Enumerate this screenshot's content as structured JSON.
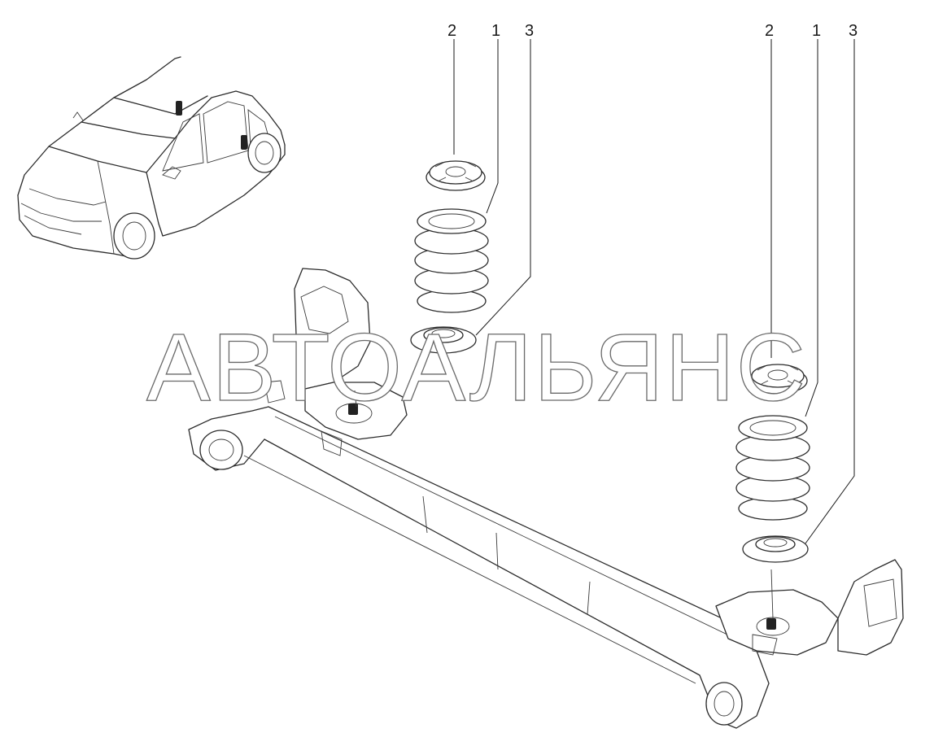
{
  "watermark": "АВТОАЛЬЯНС",
  "callouts_left": {
    "seat": "2",
    "spring": "1",
    "insulator": "3"
  },
  "callouts_right": {
    "seat": "2",
    "spring": "1",
    "insulator": "3"
  },
  "icons": {
    "car": "hatchback-car-outline",
    "spring": "coil-spring",
    "axle": "rear-twist-beam-axle"
  },
  "colors": {
    "line": "#2b2b2b",
    "watermark_stroke": "#6a6a6a",
    "background": "#ffffff"
  }
}
